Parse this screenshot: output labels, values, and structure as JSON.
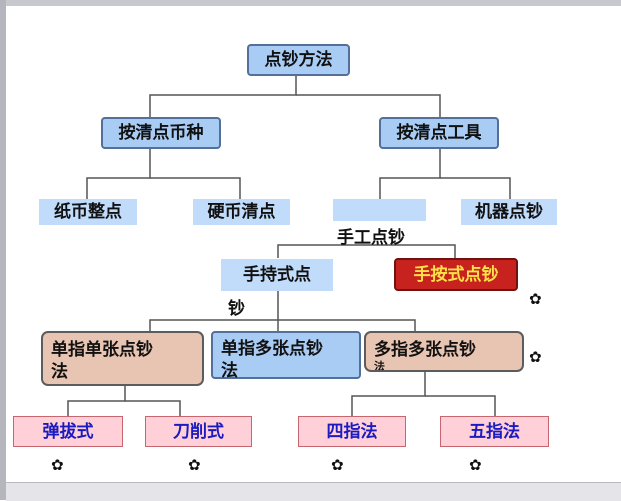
{
  "nodes": {
    "root": "点钞方法",
    "by_currency": "按清点币种",
    "by_tool": "按清点工具",
    "paper": "纸币整点",
    "coin": "硬币清点",
    "manual_label": "手工点钞",
    "machine": "机器点钞",
    "handheld_line1": "手持式点",
    "handheld_line2": "钞",
    "hand_press": "手按式点钞",
    "single_single_line1": "单指单张点钞",
    "single_single_line2": "法",
    "single_multi_line1": "单指多张点钞",
    "single_multi_line2": "法",
    "multi_multi_line1": "多指多张点钞",
    "multi_multi_line2": "法",
    "flick": "弹拔式",
    "knife": "刀削式",
    "four_finger": "四指法",
    "five_finger": "五指法"
  },
  "markers": {
    "gear": "✿"
  },
  "colors": {
    "blue_fill": "#a9ccf5",
    "red_fill": "#c8221e",
    "red_text": "#ffe14a",
    "brown_fill": "#e8c5b2",
    "pink_fill": "#ffd0d8",
    "pink_text": "#1b1bc0"
  }
}
